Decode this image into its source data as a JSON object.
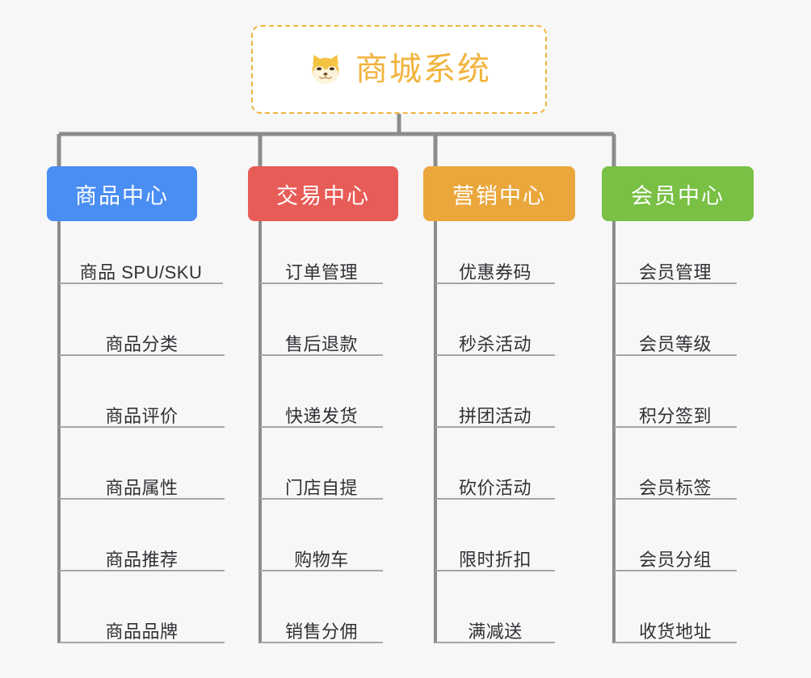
{
  "diagram": {
    "type": "mindmap-org-chart",
    "background_color": "#f7f7f7",
    "root": {
      "title": "商城系统",
      "icon": "shiba-dog-icon",
      "border_color": "#f0b33c",
      "text_color": "#f2b33d",
      "fill_color": "#ffffff"
    },
    "connector_color": "#8c8c8c",
    "branches": [
      {
        "id": "product",
        "label": "商品中心",
        "color": "#4a8ef3",
        "items": [
          "商品 SPU/SKU",
          "商品分类",
          "商品评价",
          "商品属性",
          "商品推荐",
          "商品品牌"
        ]
      },
      {
        "id": "trade",
        "label": "交易中心",
        "color": "#e85c58",
        "items": [
          "订单管理",
          "售后退款",
          "快递发货",
          "门店自提",
          "购物车",
          "销售分佣"
        ]
      },
      {
        "id": "marketing",
        "label": "营销中心",
        "color": "#eaa73c",
        "items": [
          "优惠券码",
          "秒杀活动",
          "拼团活动",
          "砍价活动",
          "限时折扣",
          "满减送"
        ]
      },
      {
        "id": "member",
        "label": "会员中心",
        "color": "#79c045",
        "items": [
          "会员管理",
          "会员等级",
          "积分签到",
          "会员标签",
          "会员分组",
          "收货地址"
        ]
      }
    ]
  }
}
